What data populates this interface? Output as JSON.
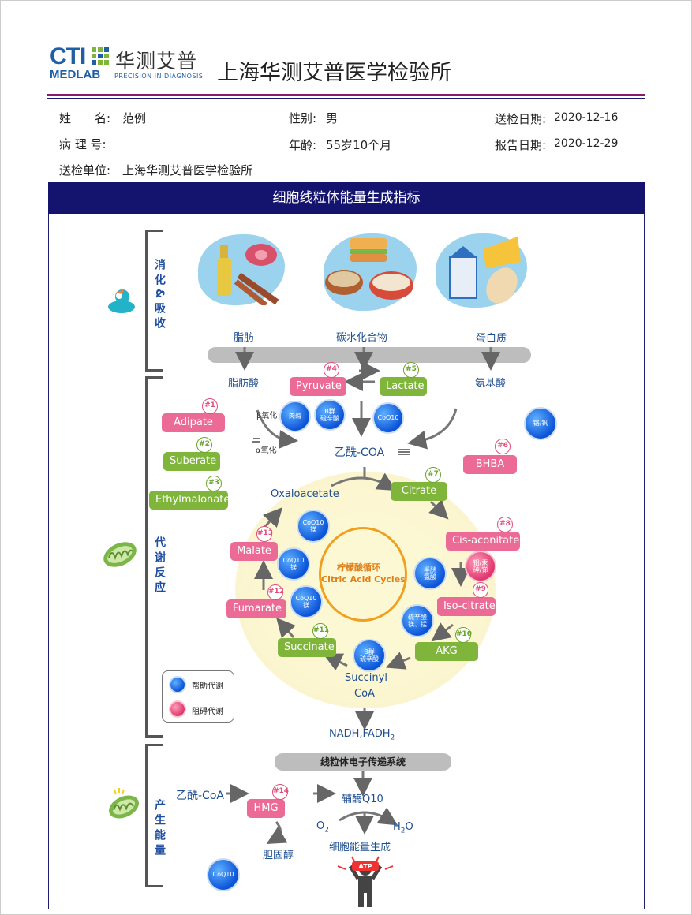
{
  "header": {
    "logo_cti": "CTI",
    "logo_cn": "华测艾普",
    "logo_medlab": "MEDLAB",
    "logo_sub": "PRECISION IN DIAGNOSIS",
    "lab_title": "上海华测艾普医学检验所"
  },
  "patient": {
    "name_label": "姓　　名:",
    "name_value": "范例",
    "gender_label": "性别:",
    "gender_value": "男",
    "send_date_label": "送检日期:",
    "send_date_value": "2020-12-16",
    "pathology_label": "病 理 号:",
    "pathology_value": "",
    "age_label": "年龄:",
    "age_value": "55岁10个月",
    "report_date_label": "报告日期:",
    "report_date_value": "2020-12-29",
    "unit_label": "送检单位:",
    "unit_value": "上海华测艾普医学检验所"
  },
  "panel": {
    "title": "细胞线粒体能量生成指标",
    "sections": {
      "digest": "消化&吸收",
      "metab": "代谢反应",
      "produce": "产生能量"
    },
    "foods": {
      "fat": "脂肪",
      "carb": "碳水化合物",
      "protein": "蛋白质"
    },
    "products": {
      "fatty_acid": "脂肪酸",
      "amino_acid": "氨基酸"
    },
    "markers": {
      "m1": {
        "num": "#1",
        "label": "Adipate"
      },
      "m2": {
        "num": "#2",
        "label": "Suberate"
      },
      "m3": {
        "num": "#3",
        "label": "Ethylmalonate"
      },
      "m4": {
        "num": "#4",
        "label": "Pyruvate"
      },
      "m5": {
        "num": "#5",
        "label": "Lactate"
      },
      "m6": {
        "num": "#6",
        "label": "BHBA"
      },
      "m7": {
        "num": "#7",
        "label": "Citrate"
      },
      "m8": {
        "num": "#8",
        "label": "Cis-aconitate"
      },
      "m9": {
        "num": "#9",
        "label": "Iso-citrate"
      },
      "m10": {
        "num": "#10",
        "label": "AKG"
      },
      "m11": {
        "num": "#11",
        "label": "Succinate"
      },
      "m12": {
        "num": "#12",
        "label": "Fumarate"
      },
      "m13": {
        "num": "#13",
        "label": "Malate"
      },
      "m14": {
        "num": "#14",
        "label": "HMG"
      }
    },
    "cofactors": {
      "carnitine": "肉碱",
      "b_vit": "B群\n硫辛酸",
      "coq10": "CoQ10",
      "cr_v": "铬/钒",
      "coq10_mg": "CoQ10\n镁",
      "cu_fe_zn": "铝/汞\n砷/锑",
      "cysteine": "半胱\n氨酸",
      "lipoic_mg": "硫辛酸\n镁、锰"
    },
    "texts": {
      "beta_ox": "β氧化",
      "alpha_ox": "α氧化",
      "acetyl_coa": "乙酰-COA",
      "oxaloacetate": "Oxaloacetate",
      "cycle_cn": "柠檬酸循环",
      "cycle_en": "Citric Acid Cycles",
      "succinyl": "Succinyl",
      "coa": "CoA",
      "nadh": "NADH,FADH",
      "nadh_sub": "2",
      "etc": "线粒体电子传递系统",
      "acetyl_coa2": "乙酰-CoA",
      "coq10_cn": "辅酶Q10",
      "o2": "O",
      "o2_sub": "2",
      "h2o_h": "H",
      "h2o_sub": "2",
      "h2o_o": "O",
      "energy": "细胞能量生成",
      "cholesterol": "胆固醇",
      "atp": "ATP"
    },
    "legend": {
      "help": "帮助代谢",
      "block": "阻碍代谢"
    }
  },
  "colors": {
    "navy": "#14146e",
    "purple_rule": "#8b1a6b",
    "pink": "#ec6b96",
    "green": "#7fb53a",
    "blue_text": "#1f4f8f",
    "cycle_orange": "#f0a020"
  }
}
